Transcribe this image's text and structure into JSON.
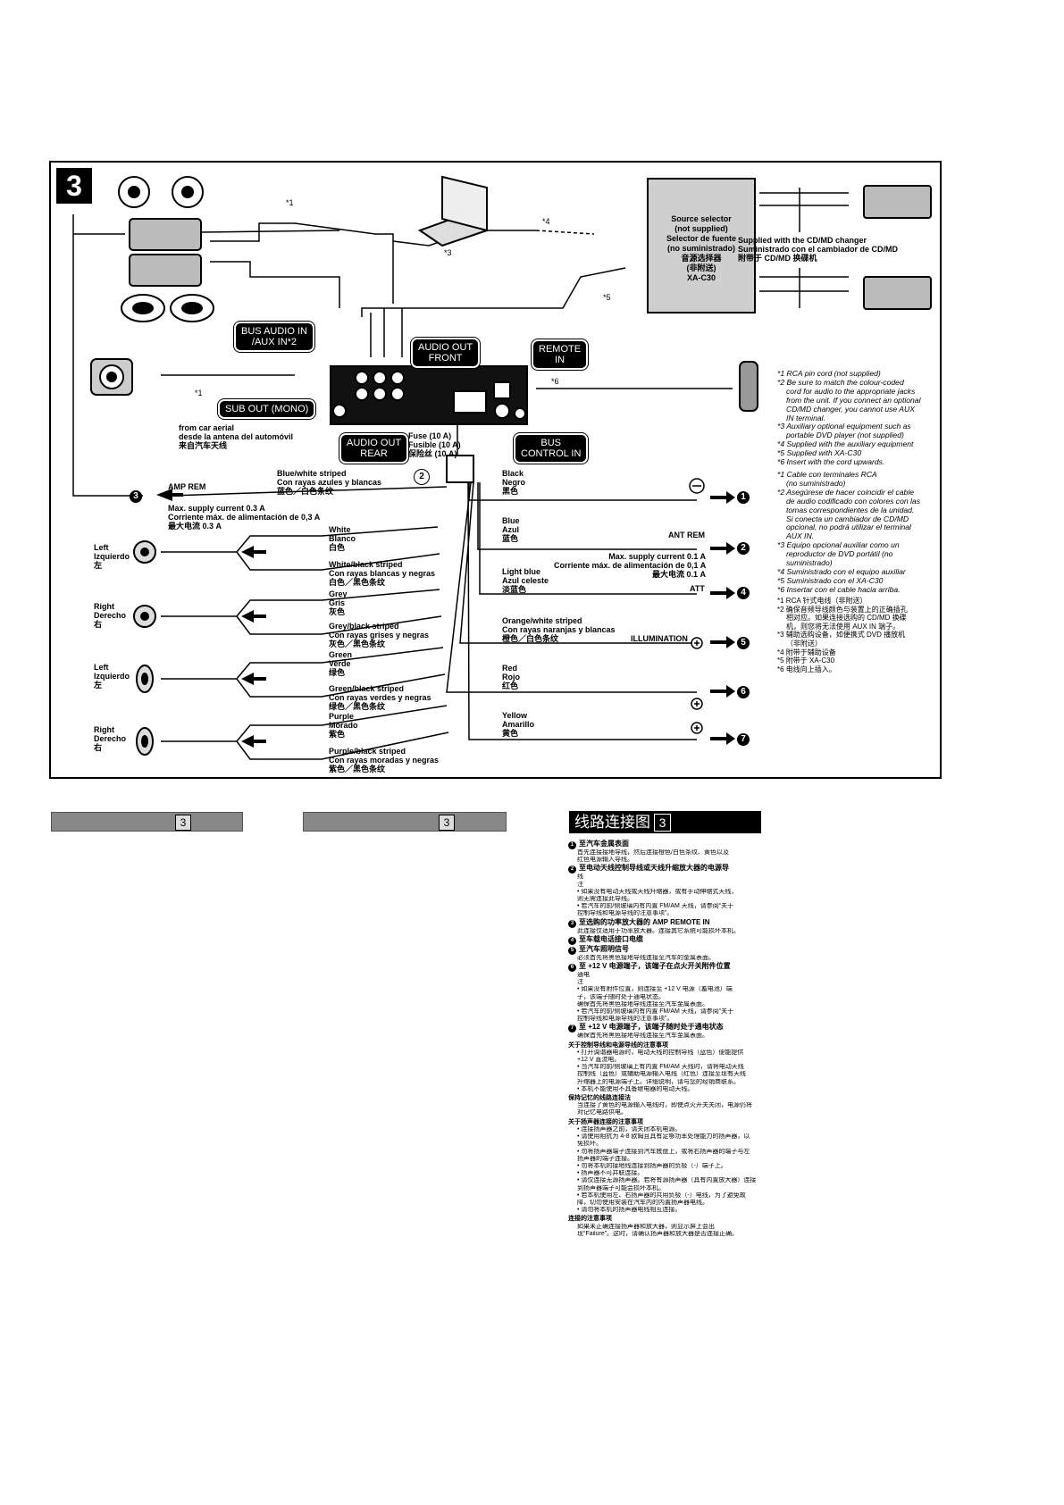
{
  "figure_number": "3",
  "pills": {
    "bus_audio_in": [
      "BUS AUDIO IN",
      "/AUX IN*2"
    ],
    "audio_out_front": [
      "AUDIO OUT",
      "FRONT"
    ],
    "remote_in": [
      "REMOTE",
      "IN"
    ],
    "sub_out": [
      "SUB OUT (MONO)"
    ],
    "audio_out_rear": [
      "AUDIO OUT",
      "REAR"
    ],
    "bus_control_in": [
      "BUS",
      "CONTROL IN"
    ]
  },
  "source_selector": [
    "Source selector",
    "(not supplied)",
    "Selector de fuente",
    "(no suministrado)",
    "音源选择器",
    "(非附送)",
    "XA-C30"
  ],
  "changer_label": [
    "Supplied with the CD/MD changer",
    "Suministrado con el cambiador de CD/MD",
    "附带于 CD/MD 换碟机"
  ],
  "footnote_marks": {
    "f1": "*1",
    "f1b": "*1",
    "f3": "*3",
    "f4": "*4",
    "f5": "*5",
    "f6": "*6"
  },
  "aerial": [
    "from car aerial",
    "desde la antena del automóvil",
    "来自汽车天线"
  ],
  "fuse": [
    "Fuse (10 A)",
    "Fusible (10 A)",
    "保险丝 (10 A)"
  ],
  "harness_marker": "2",
  "amp_rem": {
    "terminal": "AMP REM",
    "lines": [
      "Max. supply current 0.3 A",
      "Corriente máx. de alimentación de 0,3 A",
      "最大电流 0.3 A"
    ],
    "wire": [
      "Blue/white striped",
      "Con rayas azules y blancas",
      "蓝色／白色条纹"
    ],
    "number": "3"
  },
  "speakers": [
    {
      "side": [
        "Left",
        "Izquierdo",
        "左"
      ],
      "plus": [
        "White",
        "Blanco",
        "白色"
      ],
      "minus": [
        "White/black striped",
        "Con rayas blancas y negras",
        "白色／黑色条纹"
      ]
    },
    {
      "side": [
        "Right",
        "Derecho",
        "右"
      ],
      "plus": [
        "Grey",
        "Gris",
        "灰色"
      ],
      "minus": [
        "Grey/black striped",
        "Con rayas grises y negras",
        "灰色／黑色条纹"
      ]
    },
    {
      "side": [
        "Left",
        "Izquierdo",
        "左"
      ],
      "plus": [
        "Green",
        "Verde",
        "绿色"
      ],
      "minus": [
        "Green/black striped",
        "Con rayas verdes y negras",
        "绿色／黑色条纹"
      ]
    },
    {
      "side": [
        "Right",
        "Derecho",
        "右"
      ],
      "plus": [
        "Purple",
        "Morado",
        "紫色"
      ],
      "minus": [
        "Purple/black striped",
        "Con rayas moradas y negras",
        "紫色／黑色条纹"
      ]
    }
  ],
  "wires_right": [
    {
      "number": "1",
      "lines": [
        "Black",
        "Negro",
        "黑色"
      ],
      "terminal": ""
    },
    {
      "number": "2",
      "lines": [
        "Blue",
        "Azul",
        "蓝色"
      ],
      "terminal": "ANT REM",
      "extra": [
        "Max. supply current 0.1 A",
        "Corriente máx. de alimentación de 0,1 A",
        "最大电流 0.1 A"
      ]
    },
    {
      "number": "4",
      "lines": [
        "Light blue",
        "Azul celeste",
        "淡蓝色"
      ],
      "terminal": "ATT"
    },
    {
      "number": "5",
      "lines": [
        "Orange/white striped",
        "Con rayas naranjas y blancas",
        "橙色／白色条纹"
      ],
      "terminal": "ILLUMINATION"
    },
    {
      "number": "6",
      "lines": [
        "Red",
        "Rojo",
        "红色"
      ],
      "terminal": ""
    },
    {
      "number": "7",
      "lines": [
        "Yellow",
        "Amarillo",
        "黄色"
      ],
      "terminal": ""
    }
  ],
  "notes_en": [
    "*1 RCA pin cord (not supplied)",
    "*2 Be sure to match the colour-coded",
    "cord for audio to the appropriate jacks",
    "from the unit. If you connect an optional",
    "CD/MD changer, you cannot use AUX",
    "IN terminal.",
    "*3 Auxiliary optional equipment such as",
    "portable DVD player (not supplied)",
    "*4 Supplied with the auxiliary equipment",
    "*5 Supplied with XA-C30",
    "*6 Insert with the cord upwards."
  ],
  "notes_es": [
    "*1 Cable con terminales RCA",
    "(no suministrado)",
    "*2 Asegúrese de hacer coincidir el cable",
    "de audio codificado con colores con las",
    "tomas correspondientes de la unidad.",
    "Si conecta un cambiador de CD/MD",
    "opcional, no podrá utilizar el terminal",
    "AUX IN.",
    "*3 Equipo opcional auxiliar como un",
    "reproductor de DVD portátil (no",
    "suministrado)",
    "*4 Suministrado con el equipo auxiliar",
    "*5 Suministrado con el XA-C30",
    "*6 Insertar con el cable hacia arriba."
  ],
  "notes_cn": [
    "*1 RCA 针式电线（非附送）",
    "*2 确保音频导线颜色与装置上的正确插孔",
    "相对应。如果连接选购的 CD/MD 换碟",
    "机，则您将无法使用 AUX IN 端子。",
    "*3 辅助选购设备，如便携式 DVD 播放机",
    "（非附送）",
    "*4 附带于辅助设备",
    "*5 附带于 XA-C30",
    "*6 电线向上插入。"
  ],
  "section_bars": {
    "left_num": "3",
    "middle_num": "3"
  },
  "cn_section": {
    "title": "线路连接图",
    "num": "3",
    "items": [
      {
        "n": "1",
        "head": "至汽车金属表面",
        "body": [
          "首先连接接地导线，然后连接橙色/白色条纹、黄色以及",
          "红色电源输入导线。"
        ]
      },
      {
        "n": "2",
        "head": "至电动天线控制导线或天线升缩放大器的电源导",
        "body": [
          "线",
          "注",
          "• 如果没有电动天线或天线升缩器，或有手动伸缩式天线，",
          "  则无需连接此导线。",
          "• 若汽车的前/侧玻璃内有内置 FM/AM 天线，请参阅“关于",
          "  控制导线和电源导线的注意事项”。"
        ]
      },
      {
        "n": "3",
        "head": "至选购的功率放大器的 AMP REMOTE IN",
        "body": [
          "此连接仅适用于功率放大器。连接其它系统可能损坏本机。"
        ]
      },
      {
        "n": "4",
        "head": "至车载电话接口电缆",
        "body": []
      },
      {
        "n": "5",
        "head": "至汽车照明信号",
        "body": [
          "必须首先将黑色接地导线连接至汽车的金属表面。"
        ]
      },
      {
        "n": "6",
        "head": "至 +12 V 电源端子，该端子在点火开关附件位置",
        "body": [
          "通电",
          "注",
          "• 如果没有附件位置，则连接至 +12 V 电源（蓄电池）端",
          "  子，该端子随时处于通电状态。",
          "  确保首先将黑色接地导线连接至汽车金属表面。",
          "• 若汽车的前/侧玻璃内有内置 FM/AM 天线，请参阅“关于",
          "  控制导线和电源导线的注意事项”。"
        ]
      },
      {
        "n": "7",
        "head": "至 +12 V 电源端子，该端子随时处于通电状态",
        "body": [
          "确保首先将黑色接地导线连接至汽车金属表面。"
        ]
      }
    ],
    "sections": [
      {
        "title": "关于控制导线和电源导线的注意事项",
        "body": [
          "• 打开调谐器电源时，电动天线的控制导线（蓝色）便能提供",
          "  +12 V 直流电。",
          "• 当汽车的前/侧玻璃上有内置 FM/AM 天线时，请将电动天线",
          "  控制线（蓝色）或辅助电源输入电线（红色）连接至现有天线",
          "  升缩器上的电源端子上。详细说明，请与您的经销商联系。",
          "• 本机不能使用不具备继电器的电动天线。"
        ]
      },
      {
        "title": "保持记忆的线路连接法",
        "body": [
          "当连接了黄色的电源输入电线时，即使点火开关关闭，电源仍将",
          "对记忆电路供电。"
        ]
      },
      {
        "title": "关于扬声器连接的注意事项",
        "body": [
          "• 连接扬声器之前，请关闭本机电源。",
          "• 请使用阻抗为 4-8 欧姆且具有足够功率处理能力的扬声器，以",
          "  免损坏。",
          "• 勿将扬声器端子连接到汽车底盘上，或将右扬声器的端子与左",
          "  扬声器的端子连接。",
          "• 勿将本机的接地线连接到扬声器的负极（-）端子上。",
          "• 扬声器不可并联连接。",
          "• 请仅连接无源扬声器。若将有源扬声器（具有内置放大器）连接",
          "  到扬声器端子可能会损坏本机。",
          "• 若本机使用左、右扬声器的共用负极（-）电线，为了避免故",
          "  障，切勿使用安装在汽车内的内置扬声器电线。",
          "• 请勿将本机的扬声器电线相互连接。"
        ]
      },
      {
        "title": "连接的注意事项",
        "body": [
          "如果未正确连接扬声器和放大器，则显示屏上会出",
          "现“Failure”。这时，请确认扬声器和放大器是否连接正确。"
        ]
      }
    ]
  }
}
